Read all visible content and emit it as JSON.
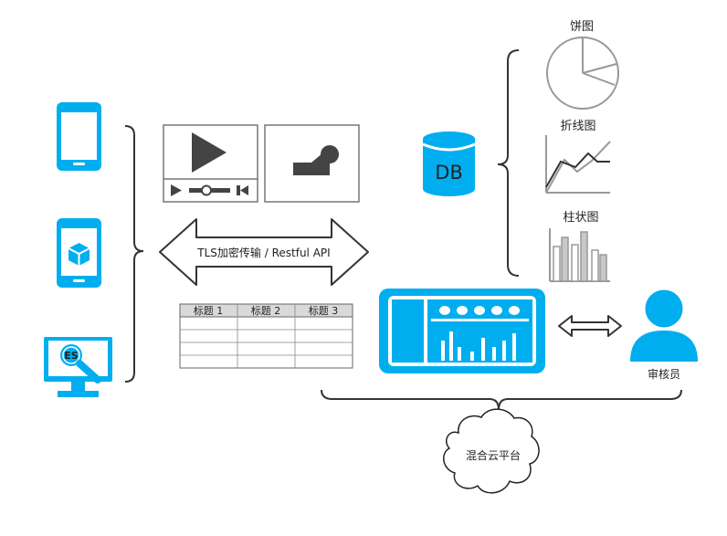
{
  "colors": {
    "accent": "#00AEEF",
    "dark": "#444444",
    "line": "#555555",
    "gray_bar": "#C8C8C8",
    "table_header": "#D9D9D9",
    "white": "#FFFFFF"
  },
  "icons": {
    "phone": "smartphone-icon",
    "app_phone": "phone-app-cube-icon",
    "es_monitor": "es-search-monitor-icon",
    "video": "video-player-icon",
    "image": "image-icon",
    "database": "database-icon",
    "pie": "pie-chart-icon",
    "line": "line-chart-icon",
    "bar": "bar-chart-icon",
    "dashboard": "dashboard-icon",
    "user": "user-icon",
    "cloud": "cloud-icon"
  },
  "labels": {
    "transport": "TLS加密传输 / Restful API",
    "db": "DB",
    "pie_chart": "饼图",
    "line_chart": "折线图",
    "bar_chart": "柱状图",
    "reviewer": "审核员",
    "cloud": "混合云平台",
    "es": "ES"
  },
  "table": {
    "headers": [
      "标题 1",
      "标题 2",
      "标题 3"
    ],
    "rows": [
      [
        "",
        "",
        ""
      ],
      [
        "",
        "",
        ""
      ],
      [
        "",
        "",
        ""
      ],
      [
        "",
        "",
        ""
      ]
    ]
  }
}
